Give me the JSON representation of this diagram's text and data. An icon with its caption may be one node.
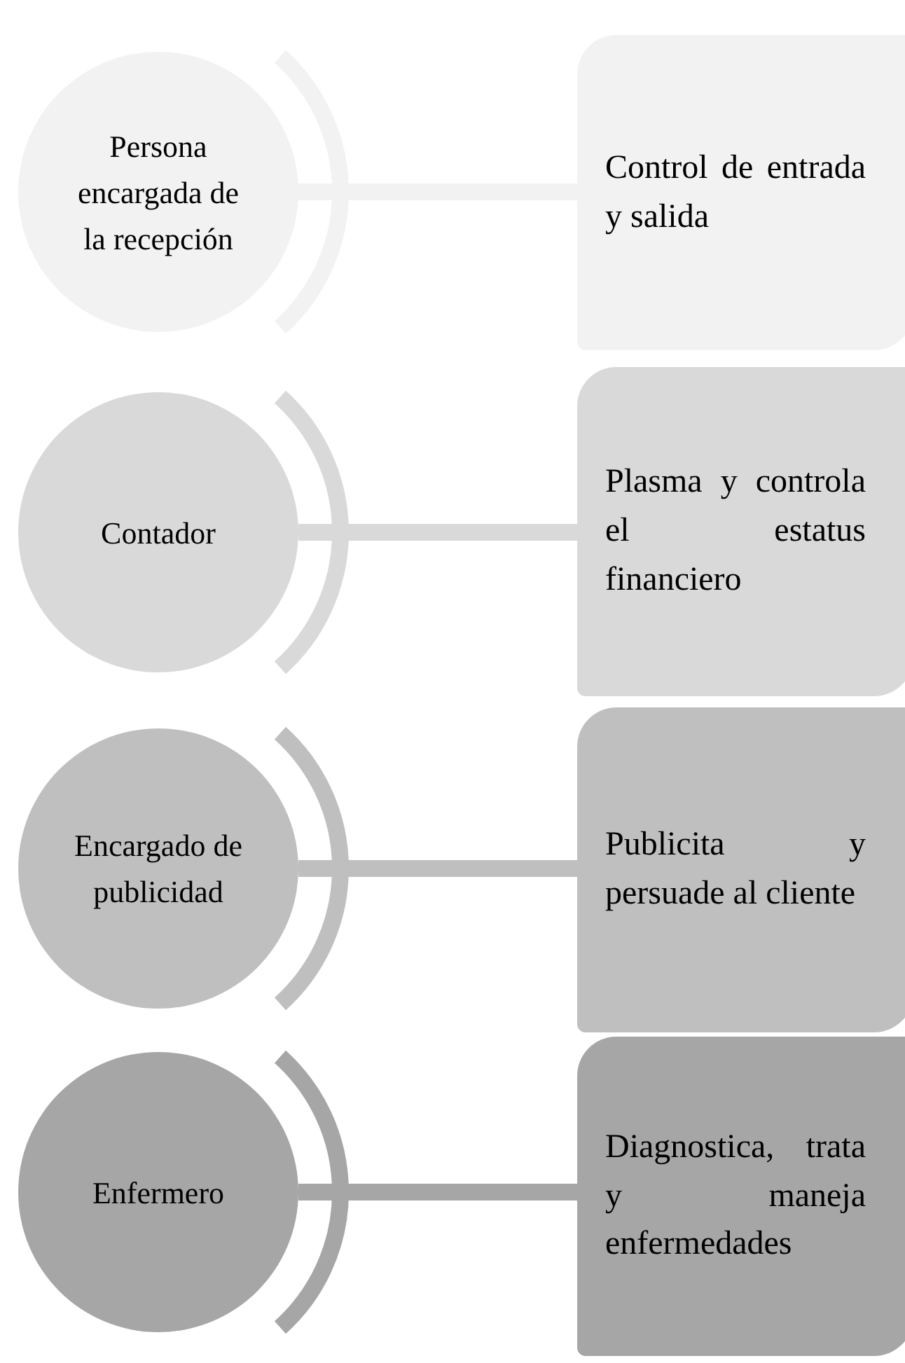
{
  "diagram": {
    "nodes": [
      {
        "text": [
          "Persona encargada de la recepción"
        ]
      },
      {
        "text": [
          "Control de entrada y salida"
        ]
      },
      {
        "text": [
          "Contador"
        ]
      },
      {
        "text": [
          "Plasma y controla el estatus financiero"
        ]
      },
      {
        "text": [
          "Encargado de publicidad"
        ]
      },
      {
        "text": [
          "Publicita y persuade al cliente"
        ]
      },
      {
        "text": [
          "Enfermero"
        ]
      },
      {
        "text": [
          "Diagnostica, trata y maneja enfermedades"
        ]
      }
    ],
    "edges": [
      {
        "from": 0,
        "to": 1,
        "arrow": "none",
        "color": "#f2f2f2"
      },
      {
        "from": 2,
        "to": 3,
        "arrow": "none",
        "color": "#d9d9d9"
      },
      {
        "from": 4,
        "to": 5,
        "arrow": "none",
        "color": "#bfbfbf"
      },
      {
        "from": 6,
        "to": 7,
        "arrow": "none",
        "color": "#a6a6a6"
      }
    ]
  }
}
